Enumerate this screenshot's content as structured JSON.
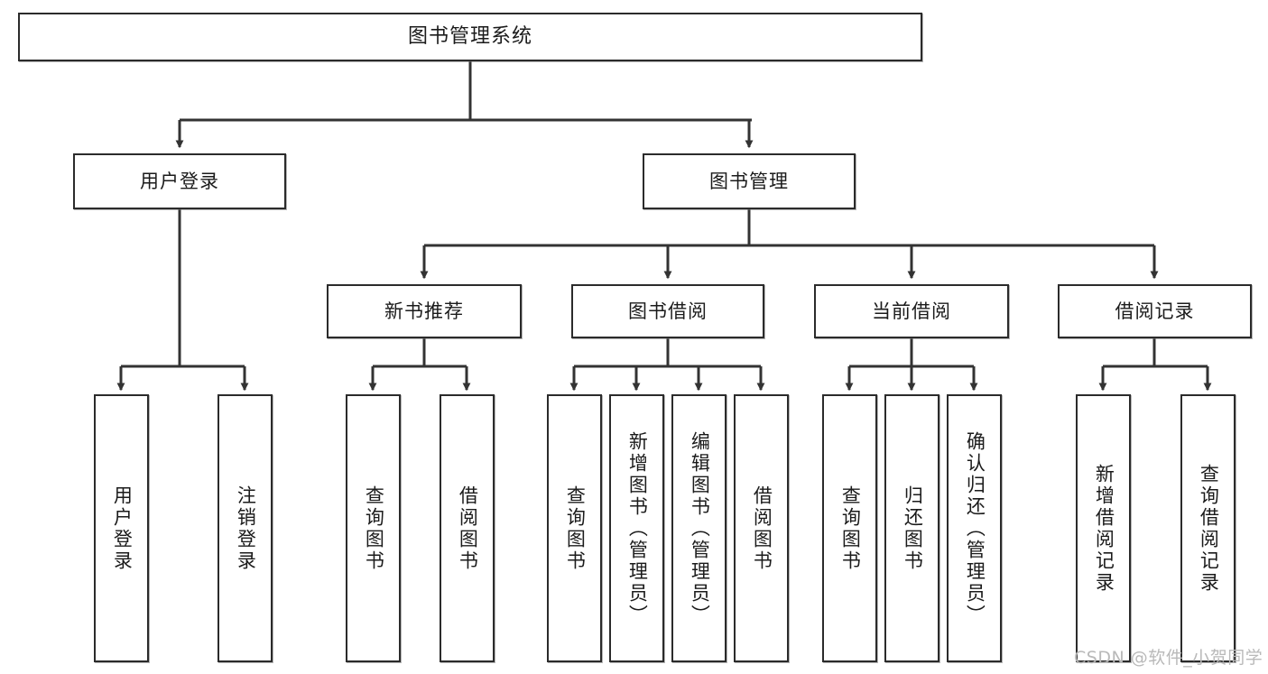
{
  "diagram": {
    "type": "tree-hierarchy",
    "title": "图书管理系统",
    "orientation": "top-down",
    "colors": {
      "box_border": "#2b2b2b",
      "box_fill": "#ffffff",
      "connector": "#333333",
      "text": "#1b1b1b",
      "watermark": "#b9b9b9"
    },
    "root": {
      "label": "图书管理系统"
    },
    "level2": [
      {
        "label": "用户登录"
      },
      {
        "label": "图书管理"
      }
    ],
    "level3": [
      {
        "label": "新书推荐"
      },
      {
        "label": "图书借阅"
      },
      {
        "label": "当前借阅"
      },
      {
        "label": "借阅记录"
      }
    ],
    "leaves": {
      "user_login": [
        {
          "label": "用户登录"
        },
        {
          "label": "注销登录"
        }
      ],
      "new_book_recommend": [
        {
          "label": "查询图书"
        },
        {
          "label": "借阅图书"
        }
      ],
      "book_borrow": [
        {
          "label": "查询图书"
        },
        {
          "label": "新增图书（管理员）"
        },
        {
          "label": "编辑图书（管理员）"
        },
        {
          "label": "借阅图书"
        }
      ],
      "current_borrow": [
        {
          "label": "查询图书"
        },
        {
          "label": "归还图书"
        },
        {
          "label": "确认归还（管理员）"
        }
      ],
      "borrow_record": [
        {
          "label": "新增借阅记录"
        },
        {
          "label": "查询借阅记录"
        }
      ]
    }
  },
  "watermark": {
    "text": "CSDN @软件_小贺同学"
  }
}
